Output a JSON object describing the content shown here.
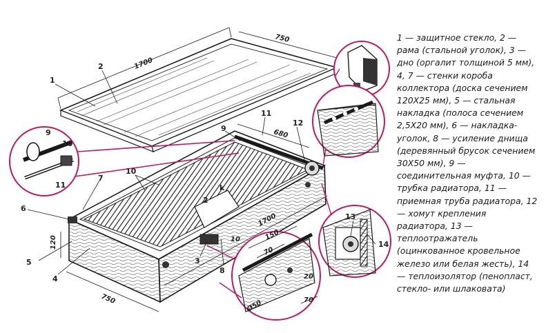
{
  "legend": {
    "text": "1 — защитное стекло, 2 — рама (стальной уголок), 3 — дно (оргалит толщиной 5 мм), 4, 7 — стенки короба коллектора (доска сечением 120Х25 мм), 5 — стальная накладка (полоса сечением 2,5Х20 мм), 6 — накладка-уголок, 8 — усиление днища (деревянный брусок сечением 30Х50 мм), 9 — соединительная муфта, 10 — трубка радиатора, 11 — приемная труба радиатора, 12 — хомут крепления радиатора, 13 — теплоотражатель (оцинкованное кровельное железо или белая жесть), 14 — теплоизолятор (пенопласт, стекло- или шлаковата)"
  },
  "labels": {
    "n1": "1",
    "n2": "2",
    "n3": "3",
    "n4": "4",
    "n5": "5",
    "n6": "6",
    "n7": "7",
    "n8": "8",
    "n9a": "9",
    "n9b": "9",
    "n10a": "10",
    "n10b": "10",
    "n11a": "11",
    "n11b": "11",
    "n12": "12",
    "n13": "13",
    "n14": "14",
    "nk": "k",
    "n2b": "2"
  },
  "dimensions": {
    "d1700a": "1700",
    "d750a": "750",
    "d680": "680",
    "d1700b": "1700",
    "d120": "120",
    "d750b": "750",
    "d150": "150",
    "d70a": "70",
    "d20": "20",
    "d70b": "70",
    "d50": "Ø50",
    "d10": "10"
  },
  "colors": {
    "callout_circle": "#c2185b",
    "ink": "#1a1a1a"
  }
}
